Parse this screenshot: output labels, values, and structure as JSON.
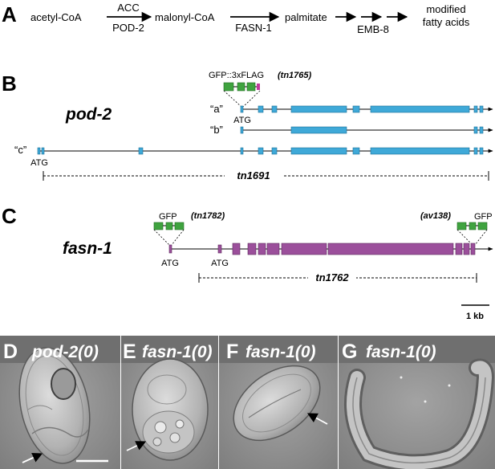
{
  "panelA": {
    "label": "A",
    "substrate": "acetyl-CoA",
    "enzyme1_top": "ACC",
    "enzyme1_bottom": "POD-2",
    "intermediate1": "malonyl-CoA",
    "enzyme2": "FASN-1",
    "intermediate2": "palmitate",
    "enzyme3": "EMB-8",
    "product_line1": "modified",
    "product_line2": "fatty acids"
  },
  "panelB": {
    "label": "B",
    "gene": "pod-2",
    "tag": "GFP::3xFLAG",
    "tag_allele": "(tn1765)",
    "isoform_a": "“a”",
    "isoform_b": "“b”",
    "isoform_c": "“c”",
    "atg_a": "ATG",
    "atg_c": "ATG",
    "deletion": "tn1691"
  },
  "panelC": {
    "label": "C",
    "gene": "fasn-1",
    "tag_left": "GFP",
    "allele_left": "(tn1782)",
    "tag_right": "GFP",
    "allele_right": "(av138)",
    "atg1": "ATG",
    "atg2": "ATG",
    "deletion": "tn1762",
    "scale": "1 kb"
  },
  "photos": [
    {
      "label": "D",
      "title": "pod-2(0)"
    },
    {
      "label": "E",
      "title": "fasn-1(0)"
    },
    {
      "label": "F",
      "title": "fasn-1(0)"
    },
    {
      "label": "G",
      "title": "fasn-1(0)"
    }
  ],
  "colors": {
    "pod2_exon": "#3fa9d8",
    "fasn1_exon": "#9b4f9b",
    "gfp": "#3fa33f",
    "flag": "#c0399b"
  }
}
